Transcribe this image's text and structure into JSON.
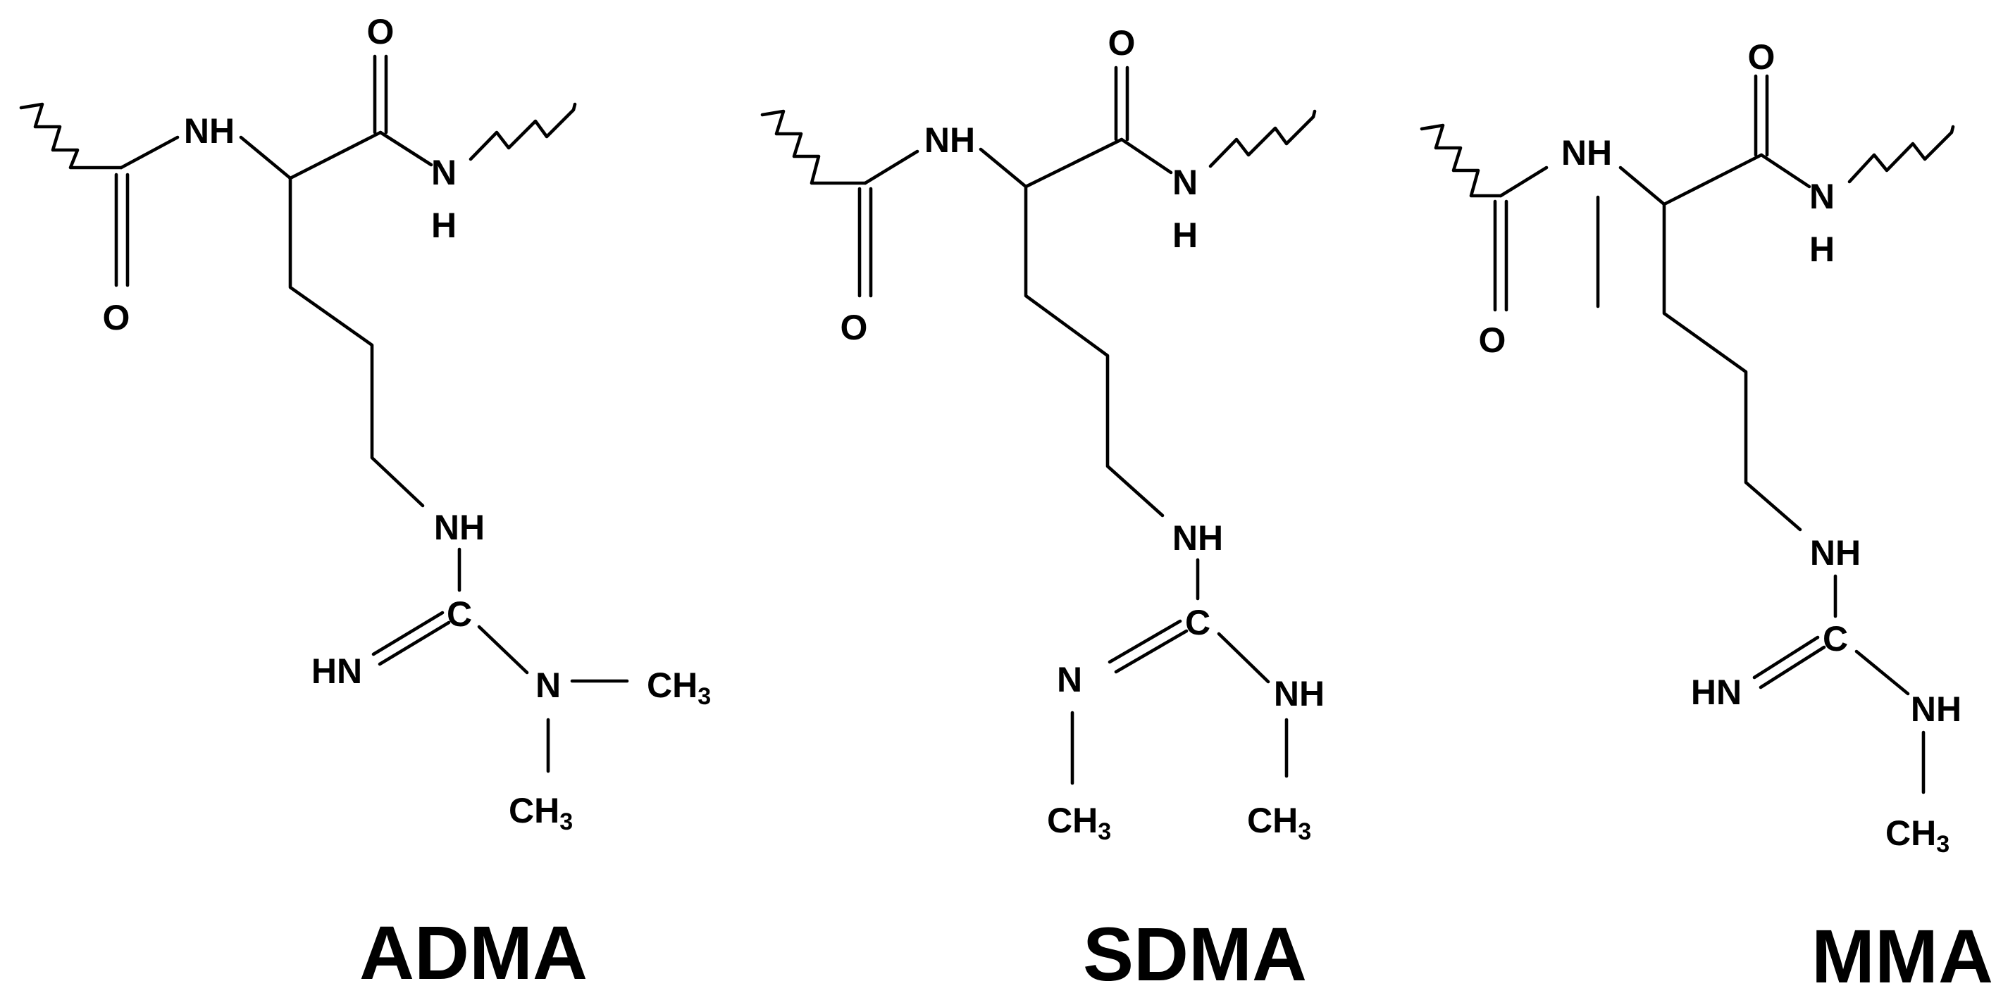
{
  "figure": {
    "molecules": [
      {
        "name": "ADMA",
        "atoms": {
          "O_top": "O",
          "NH_alpha": "NH",
          "N_amide": "N",
          "H_amide": "H",
          "O_left": "O",
          "NH_delta": "NH",
          "C_guan": "C",
          "HN_imine": "HN",
          "N_dimethyl": "N",
          "CH3_right": "CH",
          "CH3_right_sub": "3",
          "CH3_bottom": "CH",
          "CH3_bottom_sub": "3"
        }
      },
      {
        "name": "SDMA",
        "atoms": {
          "O_top": "O",
          "NH_alpha": "NH",
          "N_amide": "N",
          "H_amide": "H",
          "O_left": "O",
          "NH_delta": "NH",
          "C_guan": "C",
          "N_imine": "N",
          "NH_methyl": "NH",
          "CH3_left": "CH",
          "CH3_left_sub": "3",
          "CH3_right": "CH",
          "CH3_right_sub": "3"
        }
      },
      {
        "name": "MMA",
        "atoms": {
          "O_top": "O",
          "NH_alpha": "NH",
          "N_amide": "N",
          "H_amide": "H",
          "O_left": "O",
          "NH_delta": "NH",
          "C_guan": "C",
          "HN_imine": "HN",
          "NH_methyl": "NH",
          "CH3": "CH",
          "CH3_sub": "3"
        }
      }
    ]
  }
}
